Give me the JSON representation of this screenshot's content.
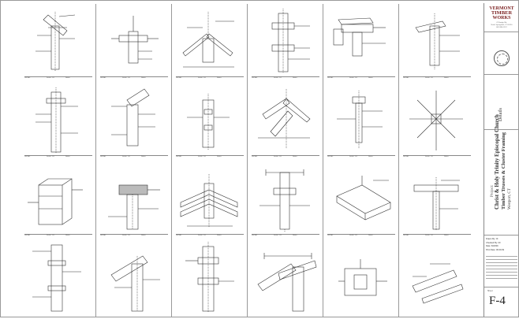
{
  "titleblock": {
    "company_line1": "VERMONT",
    "company_line2": "TIMBER",
    "company_line3": "WORKS",
    "address_1": "47 Hodge Rd.",
    "address_2": "North Springfield, VT 05150",
    "address_3": "802-886-1917",
    "details_label": "Details",
    "project_label": "Project:",
    "project_name": "Christ & Holy Trinity Episcopal Church",
    "project_sub": "Timber Trusses & Cluster Framing",
    "project_location": "Westport, CT",
    "drawn_by": "Drawn By: JF",
    "checked_by": "Checked By: CF",
    "date": "Date: 6/18/09",
    "print_date": "Print Date: 06.09.09",
    "sheet_label": "Sheet",
    "sheet_number": "F-4"
  },
  "sheet_labels": {
    "detail": "DETAIL",
    "scale": "Scale: 1:8",
    "notes": "Notes"
  },
  "colors": {
    "logo": "#7a1f1f",
    "line": "#333333"
  }
}
